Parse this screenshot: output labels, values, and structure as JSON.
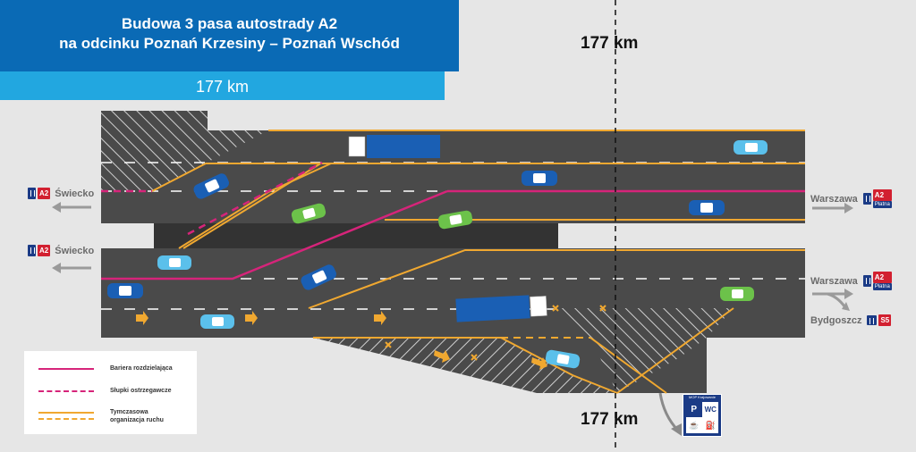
{
  "title": {
    "line1": "Budowa 3 pasa autostrady A2",
    "line2": "na odcinku Poznań Krzesiny – Poznań Wschód",
    "banner": "177 km"
  },
  "km_marker": {
    "top_label": "177 km",
    "bottom_label": "177 km"
  },
  "directions": {
    "west_top": {
      "label": "Świecko",
      "road": "A2"
    },
    "west_bottom": {
      "label": "Świecko",
      "road": "A2"
    },
    "east_top": {
      "label": "Warszawa",
      "road": "A2",
      "toll": "Płatna"
    },
    "east_bottom": {
      "label": "Warszawa",
      "road": "A2",
      "toll": "Płatna"
    },
    "exit": {
      "label": "Bydgoszcz",
      "road": "S5"
    }
  },
  "legend": {
    "items": [
      {
        "label": "Bariera rozdzielająca",
        "color": "#d6247a",
        "style": "solid"
      },
      {
        "label": "Słupki ostrzegawcze",
        "color": "#d6247a",
        "style": "dashed"
      },
      {
        "label": "Tymczasowa organizacja ruchu",
        "color": "#f0a830",
        "style": "solid+dashed"
      }
    ]
  },
  "mop_sign": {
    "title": "MOP Krajowanie",
    "icons": [
      "parking-icon",
      "wc-icon",
      "restaurant-icon",
      "fuel-icon"
    ]
  },
  "colors": {
    "title_bg": "#0a6ab5",
    "banner_bg": "#22a7e0",
    "asphalt": "#4a4a4a",
    "barrier": "#d6247a",
    "temp_marking": "#f0a830",
    "truck": "#1a5fb4",
    "car_blue": "#1a5fb4",
    "car_light": "#5bc0eb",
    "car_green": "#6cc24a"
  }
}
